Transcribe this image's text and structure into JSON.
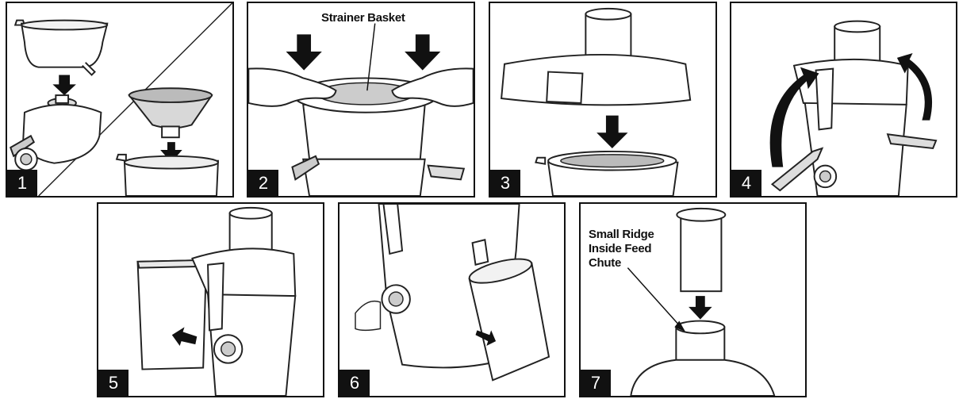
{
  "steps": [
    {
      "number": "1"
    },
    {
      "number": "2",
      "callout": "Strainer Basket"
    },
    {
      "number": "3"
    },
    {
      "number": "4"
    },
    {
      "number": "5"
    },
    {
      "number": "6"
    },
    {
      "number": "7",
      "callout_lines": [
        "Small Ridge",
        "Inside Feed",
        "Chute"
      ]
    }
  ],
  "colors": {
    "ink": "#111111",
    "line": "#222222",
    "fill_light": "#e9e9e9",
    "fill_mid": "#bdbdbd",
    "background": "#ffffff"
  }
}
